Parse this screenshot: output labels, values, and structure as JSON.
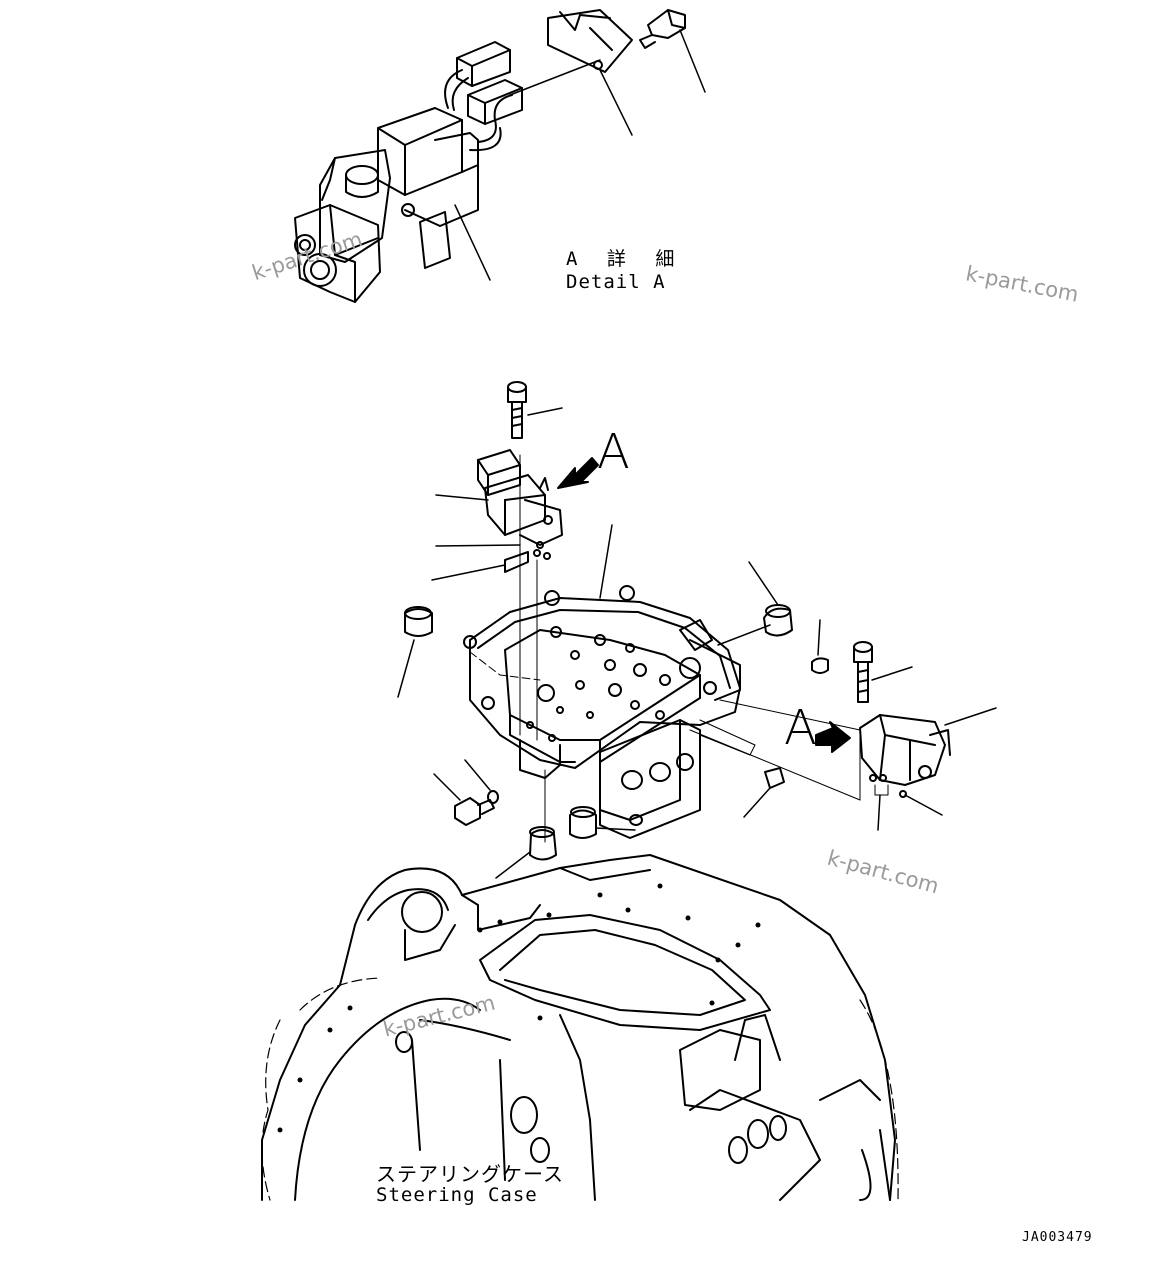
{
  "detail": {
    "title_jp": "A 詳 細",
    "title_en": "Detail A"
  },
  "view_marks": [
    "A",
    "A"
  ],
  "steering_case": {
    "label_jp": "ステアリングケース",
    "label_en": "Steering Case"
  },
  "figure_number": "JA003479",
  "watermark": "k-part.com",
  "icons": {
    "view_arrow": "solid-black-arrow",
    "leader_lines": "callout-lines"
  },
  "colors": {
    "line": "#000000",
    "watermark": "#9a9a9a",
    "background": "#ffffff"
  }
}
